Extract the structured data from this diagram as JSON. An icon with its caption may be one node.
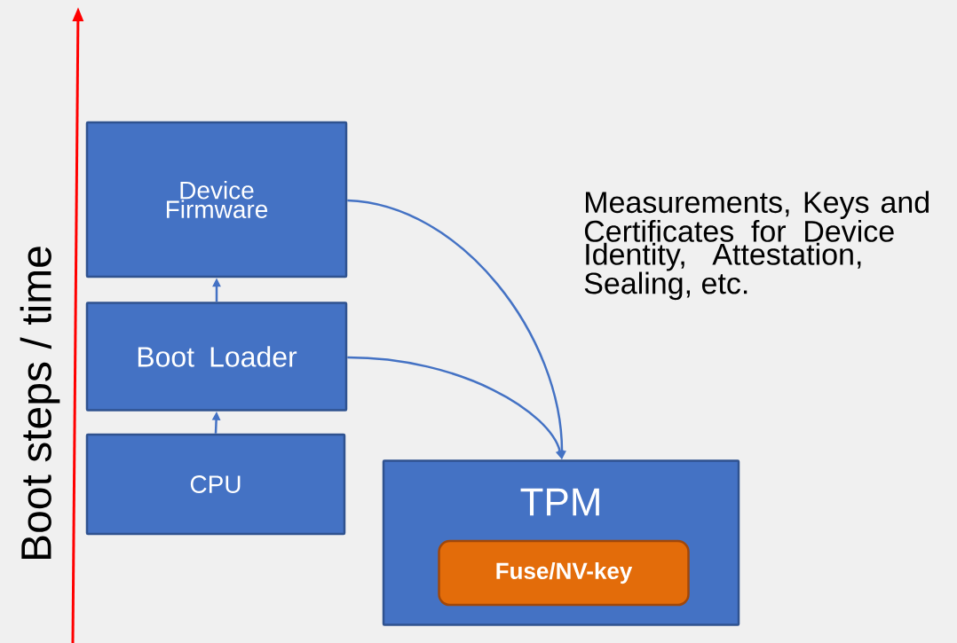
{
  "diagram": {
    "nodes": [
      {
        "text": [
          "Device Firmware"
        ]
      },
      {
        "text": [
          "Boot Loader"
        ]
      },
      {
        "text": [
          "CPU"
        ]
      },
      {
        "text": [
          "TPM"
        ]
      },
      {
        "text": [
          "Fuse/NV-key"
        ],
        "in": 3
      }
    ],
    "edges": [
      {
        "from": 2,
        "to": 1,
        "arrow": "to"
      },
      {
        "from": 1,
        "to": 0,
        "arrow": "to"
      },
      {
        "from": 0,
        "to": 3,
        "arrow": "to"
      },
      {
        "from": 1,
        "to": 3,
        "arrow": "to"
      }
    ],
    "labels": [
      "Boot steps / time",
      "Measurements, Keys and Certificates for Device Identity, Attestation, Sealing, etc."
    ]
  }
}
